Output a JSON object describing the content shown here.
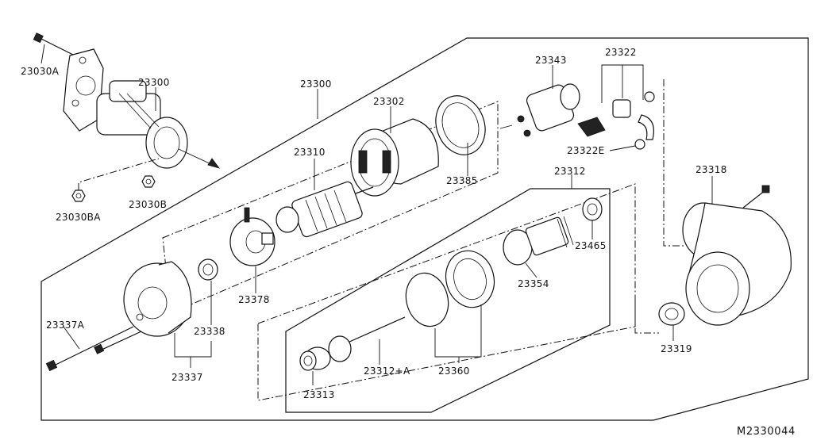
{
  "diagram": {
    "drawing_code": "M2330044",
    "parts": [
      {
        "id": "p-23030A",
        "label": "23030A"
      },
      {
        "id": "p-23300-assy",
        "label": "23300"
      },
      {
        "id": "p-23300-frame",
        "label": "23300"
      },
      {
        "id": "p-23030BA",
        "label": "23030BA"
      },
      {
        "id": "p-23030B",
        "label": "23030B"
      },
      {
        "id": "p-23302",
        "label": "23302"
      },
      {
        "id": "p-23310",
        "label": "23310"
      },
      {
        "id": "p-23385",
        "label": "23385"
      },
      {
        "id": "p-23343",
        "label": "23343"
      },
      {
        "id": "p-23322",
        "label": "23322"
      },
      {
        "id": "p-23322E",
        "label": "23322E"
      },
      {
        "id": "p-23312",
        "label": "23312"
      },
      {
        "id": "p-23318",
        "label": "23318"
      },
      {
        "id": "p-23465",
        "label": "23465"
      },
      {
        "id": "p-23378",
        "label": "23378"
      },
      {
        "id": "p-23354",
        "label": "23354"
      },
      {
        "id": "p-23337A",
        "label": "23337A"
      },
      {
        "id": "p-23338",
        "label": "23338"
      },
      {
        "id": "p-23337",
        "label": "23337"
      },
      {
        "id": "p-23319",
        "label": "23319"
      },
      {
        "id": "p-23312A",
        "label": "23312+A"
      },
      {
        "id": "p-23360",
        "label": "23360"
      },
      {
        "id": "p-23313",
        "label": "23313"
      }
    ]
  }
}
